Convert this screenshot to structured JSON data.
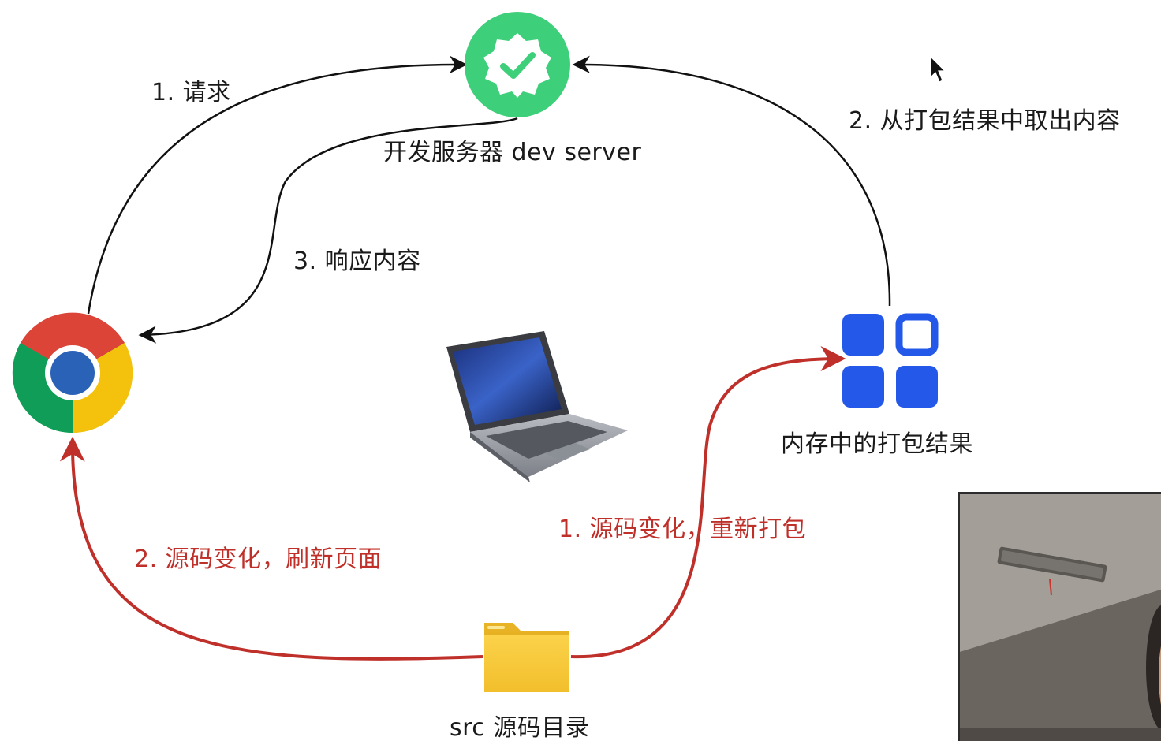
{
  "nodes": {
    "dev_server": {
      "label": "开发服务器 dev server",
      "icon": "verified-badge-icon",
      "color": "#3ecf7a"
    },
    "browser": {
      "icon": "chrome-icon"
    },
    "memory_bundle": {
      "label": "内存中的打包结果",
      "icon": "grid-blocks-icon",
      "color": "#2458e8"
    },
    "source_dir": {
      "label": "src 源码目录",
      "icon": "folder-icon",
      "color": "#f3c434"
    },
    "laptop": {
      "icon": "laptop-icon"
    }
  },
  "edges": {
    "request": {
      "label": "1. 请求",
      "color": "#111111"
    },
    "take_from_bundle": {
      "label": "2. 从打包结果中取出内容",
      "color": "#111111"
    },
    "response": {
      "label": "3. 响应内容",
      "color": "#111111"
    },
    "rebuild": {
      "label": "1. 源码变化，重新打包",
      "color": "#c0302a"
    },
    "refresh": {
      "label": "2. 源码变化，刷新页面",
      "color": "#c0302a"
    }
  },
  "overlay": {
    "webcam": {
      "name": "presenter-webcam"
    },
    "cursor": {
      "icon": "mouse-cursor-icon"
    }
  }
}
